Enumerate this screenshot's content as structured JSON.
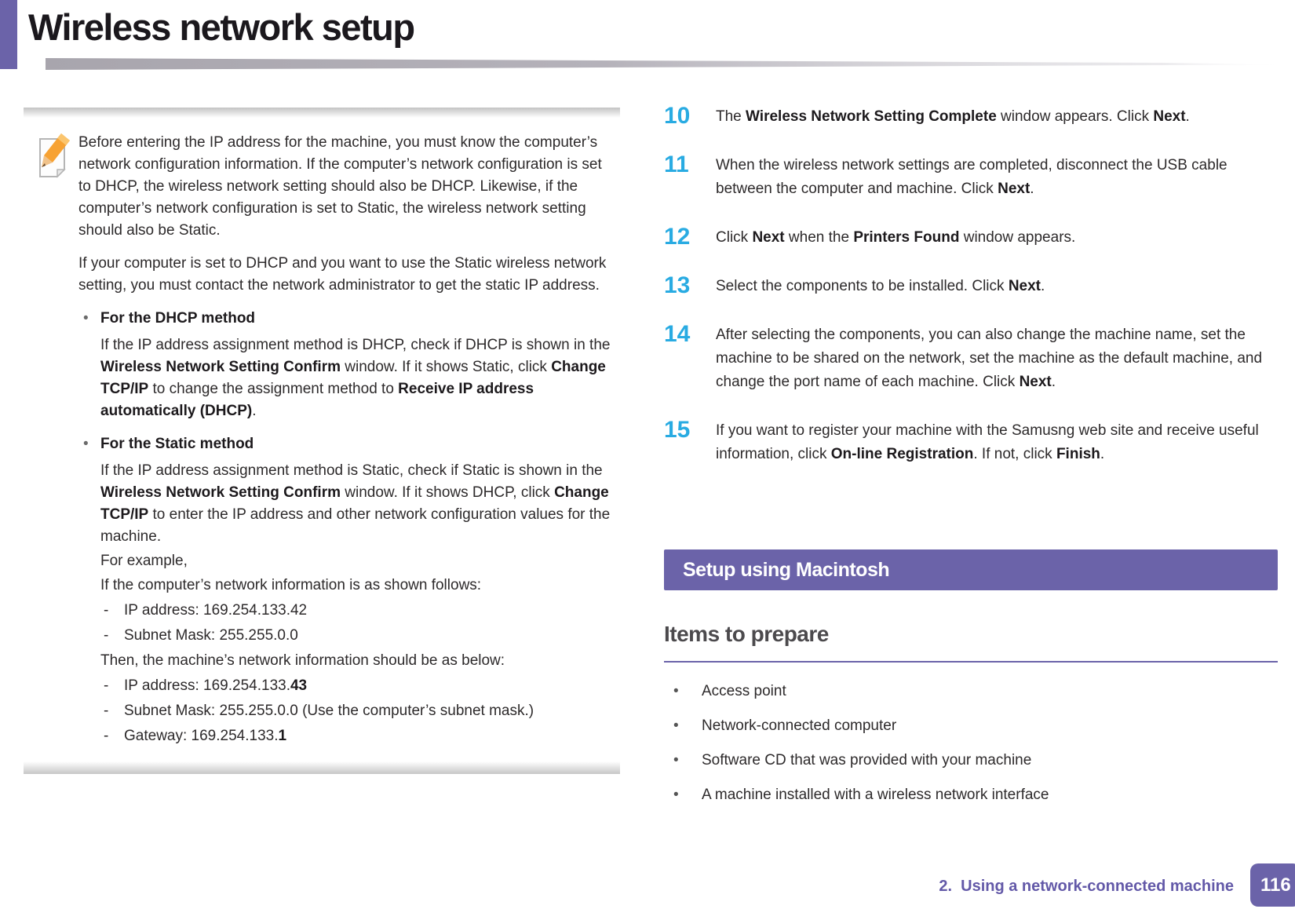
{
  "page": {
    "title": "Wireless network setup",
    "footer": {
      "chapter_label": "2.  Using a network-connected machine",
      "page_number": "116"
    }
  },
  "colors": {
    "accent_purple": "#6b63a9",
    "step_number_cyan": "#29abe2",
    "footer_purple": "#6359a8",
    "body_text": "#2d2a2b"
  },
  "note": {
    "icon": "pencil-note-icon",
    "blocks": [
      {
        "type": "p",
        "segments": [
          {
            "t": "Before entering the IP address for the machine, you must know the computer’s network configuration information. If the computer’s network configuration is set to DHCP, the wireless network setting should also be DHCP. Likewise, if the computer’s network configuration is set to Static, the wireless network setting should also be Static."
          }
        ]
      },
      {
        "type": "p",
        "segments": [
          {
            "t": "If your computer is set to DHCP and you want to use the Static wireless network setting, you must contact the network administrator to get the static IP address."
          }
        ]
      },
      {
        "type": "bullet",
        "segments": [
          {
            "t": "For the DHCP method",
            "b": true
          }
        ]
      },
      {
        "type": "sub",
        "segments": [
          {
            "t": "If the IP address assignment method is DHCP, check if DHCP is shown in the "
          },
          {
            "t": "Wireless Network Setting Confirm",
            "b": true
          },
          {
            "t": " window. If it shows Static, click "
          },
          {
            "t": "Change TCP/IP",
            "b": true
          },
          {
            "t": " to change the assignment method to "
          },
          {
            "t": "Receive IP address automatically (DHCP)",
            "b": true
          },
          {
            "t": "."
          }
        ]
      },
      {
        "type": "bullet",
        "segments": [
          {
            "t": "For the Static method",
            "b": true
          }
        ]
      },
      {
        "type": "sub",
        "segments": [
          {
            "t": "If the IP address assignment method is Static, check if Static is shown in the "
          },
          {
            "t": "Wireless Network Setting Confirm",
            "b": true
          },
          {
            "t": " window. If it shows DHCP, click "
          },
          {
            "t": "Change TCP/IP",
            "b": true
          },
          {
            "t": " to enter the IP address and other network configuration values for the machine."
          }
        ]
      },
      {
        "type": "sub",
        "segments": [
          {
            "t": "For example,"
          }
        ]
      },
      {
        "type": "sub",
        "segments": [
          {
            "t": "If the computer’s network information is as shown follows:"
          }
        ]
      },
      {
        "type": "dash",
        "segments": [
          {
            "t": "IP address: 169.254.133.42"
          }
        ]
      },
      {
        "type": "dash",
        "segments": [
          {
            "t": "Subnet Mask: 255.255.0.0"
          }
        ]
      },
      {
        "type": "sub",
        "segments": [
          {
            "t": "Then, the machine’s network information should be as below:"
          }
        ]
      },
      {
        "type": "dash",
        "segments": [
          {
            "t": "IP address: 169.254.133."
          },
          {
            "t": "43",
            "b": true
          }
        ]
      },
      {
        "type": "dash",
        "segments": [
          {
            "t": "Subnet Mask: 255.255.0.0 (Use the computer’s subnet mask.)"
          }
        ]
      },
      {
        "type": "dash",
        "segments": [
          {
            "t": "Gateway: 169.254.133."
          },
          {
            "t": "1",
            "b": true
          }
        ]
      }
    ]
  },
  "steps": [
    {
      "num": "10",
      "segments": [
        {
          "t": "The "
        },
        {
          "t": "Wireless Network Setting Complete",
          "b": true
        },
        {
          "t": " window appears. Click "
        },
        {
          "t": "Next",
          "b": true
        },
        {
          "t": "."
        }
      ]
    },
    {
      "num": "11",
      "segments": [
        {
          "t": "When the wireless network settings are completed, disconnect the USB cable between the computer and machine. Click "
        },
        {
          "t": "Next",
          "b": true
        },
        {
          "t": "."
        }
      ]
    },
    {
      "num": "12",
      "segments": [
        {
          "t": "Click "
        },
        {
          "t": "Next",
          "b": true
        },
        {
          "t": " when the "
        },
        {
          "t": "Printers Found",
          "b": true
        },
        {
          "t": " window appears."
        }
      ]
    },
    {
      "num": "13",
      "segments": [
        {
          "t": "Select the components to be installed. Click "
        },
        {
          "t": "Next",
          "b": true
        },
        {
          "t": "."
        }
      ]
    },
    {
      "num": "14",
      "segments": [
        {
          "t": "After selecting the components, you can also change the machine name, set the machine to be shared on the network, set the machine as the default machine, and change the port name of each machine. Click "
        },
        {
          "t": "Next",
          "b": true
        },
        {
          "t": "."
        }
      ]
    },
    {
      "num": "15",
      "segments": [
        {
          "t": "If you want to register your machine with the Samusng web site and receive useful information, click "
        },
        {
          "t": "On-line Registration",
          "b": true
        },
        {
          "t": ". If not, click "
        },
        {
          "t": "Finish",
          "b": true
        },
        {
          "t": "."
        }
      ]
    }
  ],
  "section": {
    "banner_title": "Setup using Macintosh"
  },
  "prepare": {
    "heading": "Items to prepare",
    "bullets": [
      "Access point",
      "Network-connected computer",
      "Software CD that was provided with your machine",
      "A machine installed with a wireless network interface"
    ]
  }
}
